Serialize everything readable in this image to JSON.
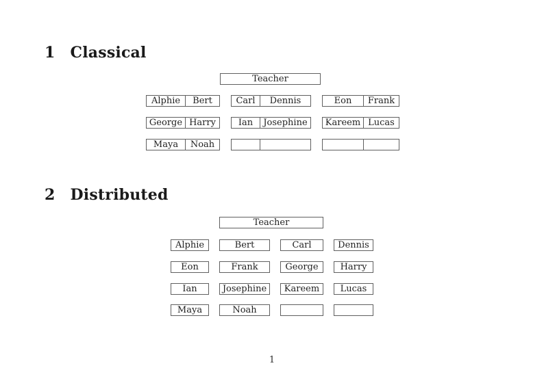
{
  "page": {
    "number": "1"
  },
  "colors": {
    "box_border": "#5f5f5f",
    "text": "#1f1f1f",
    "background": "#ffffff"
  },
  "sections": [
    {
      "number": "1",
      "title": "Classical",
      "teacher_label": "Teacher",
      "layout": "three desks per row, two seats per desk",
      "rows": [
        [
          [
            "Alphie",
            "Bert"
          ],
          [
            "Carl",
            "Dennis"
          ],
          [
            "Eon",
            "Frank"
          ]
        ],
        [
          [
            "George",
            "Harry"
          ],
          [
            "Ian",
            "Josephine"
          ],
          [
            "Kareem",
            "Lucas"
          ]
        ],
        [
          [
            "Maya",
            "Noah"
          ],
          [
            "",
            ""
          ],
          [
            "",
            ""
          ]
        ]
      ]
    },
    {
      "number": "2",
      "title": "Distributed",
      "teacher_label": "Teacher",
      "layout": "four single seats per row",
      "rows": [
        [
          "Alphie",
          "Bert",
          "Carl",
          "Dennis"
        ],
        [
          "Eon",
          "Frank",
          "George",
          "Harry"
        ],
        [
          "Ian",
          "Josephine",
          "Kareem",
          "Lucas"
        ],
        [
          "Maya",
          "Noah",
          "",
          ""
        ]
      ]
    }
  ]
}
